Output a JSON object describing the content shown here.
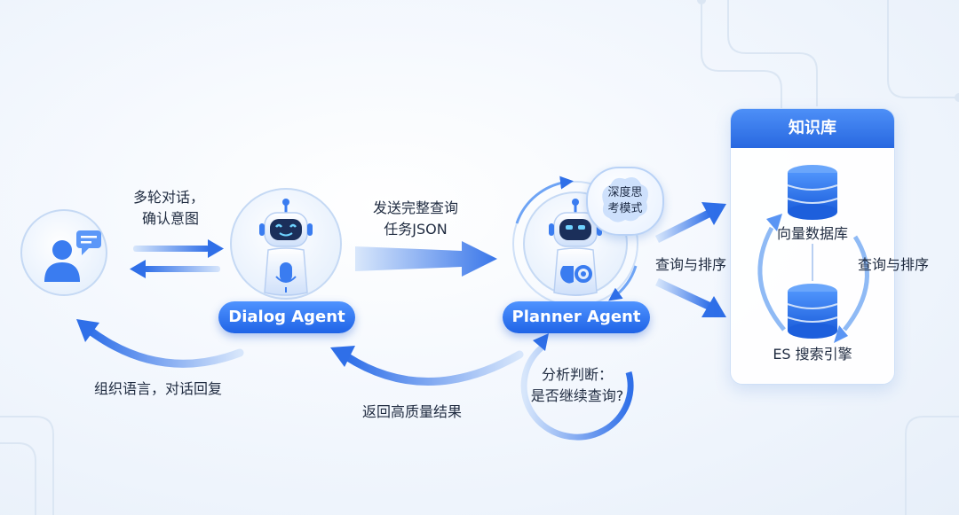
{
  "nodes": {
    "dialog_agent": "Dialog Agent",
    "planner_agent": "Planner Agent",
    "knowledge_base": "知识库",
    "vector_db": "向量数据库",
    "es_engine": "ES 搜索引擎"
  },
  "badge": {
    "line1": "深度思",
    "line2": "考模式"
  },
  "edges": {
    "user_to_dialog_line1": "多轮对话，",
    "user_to_dialog_line2": "确认意图",
    "dialog_to_planner_line1": "发送完整查询",
    "dialog_to_planner_line2": "任务JSON",
    "planner_to_dialog": "返回高质量结果",
    "dialog_to_user": "组织语言，对话回复",
    "planner_loop_line1": "分析判断：",
    "planner_loop_line2": "是否继续查询?",
    "kb_left": "查询与排序",
    "kb_right": "查询与排序"
  },
  "icons": [
    "user-chat-icon",
    "robot-icon",
    "microphone-icon",
    "brain-gear-icon",
    "database-icon",
    "brain-icon"
  ],
  "colors": {
    "accent": "#2f6fe8",
    "accent_light": "#8fbaf5",
    "text": "#1f2b40"
  }
}
